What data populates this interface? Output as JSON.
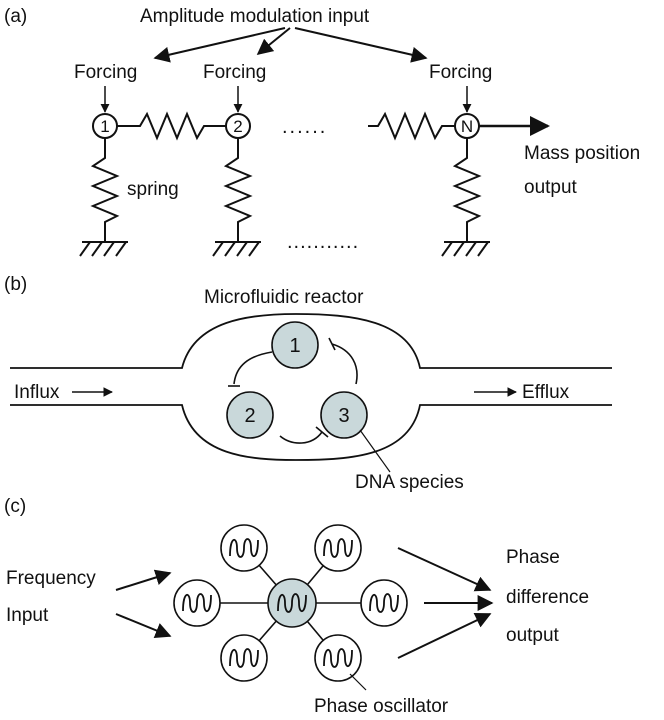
{
  "colors": {
    "stroke": "#111111",
    "node_fill": "#c9d8da"
  },
  "panel_a": {
    "label": "(a)",
    "title": "Amplitude modulation input",
    "forcing_labels": [
      "Forcing",
      "Forcing",
      "Forcing"
    ],
    "node_labels": [
      "1",
      "2",
      "N"
    ],
    "spring_label": "spring",
    "output_label_1": "Mass position",
    "output_label_2": "output"
  },
  "panel_b": {
    "label": "(b)",
    "title": "Microfluidic reactor",
    "influx_label": "Influx",
    "efflux_label": "Efflux",
    "species_labels": [
      "1",
      "2",
      "3"
    ],
    "species_caption": "DNA species"
  },
  "panel_c": {
    "label": "(c)",
    "input_label_1": "Frequency",
    "input_label_2": "Input",
    "output_label_1": "Phase",
    "output_label_2": "difference",
    "output_label_3": "output",
    "oscillator_caption": "Phase oscillator"
  }
}
